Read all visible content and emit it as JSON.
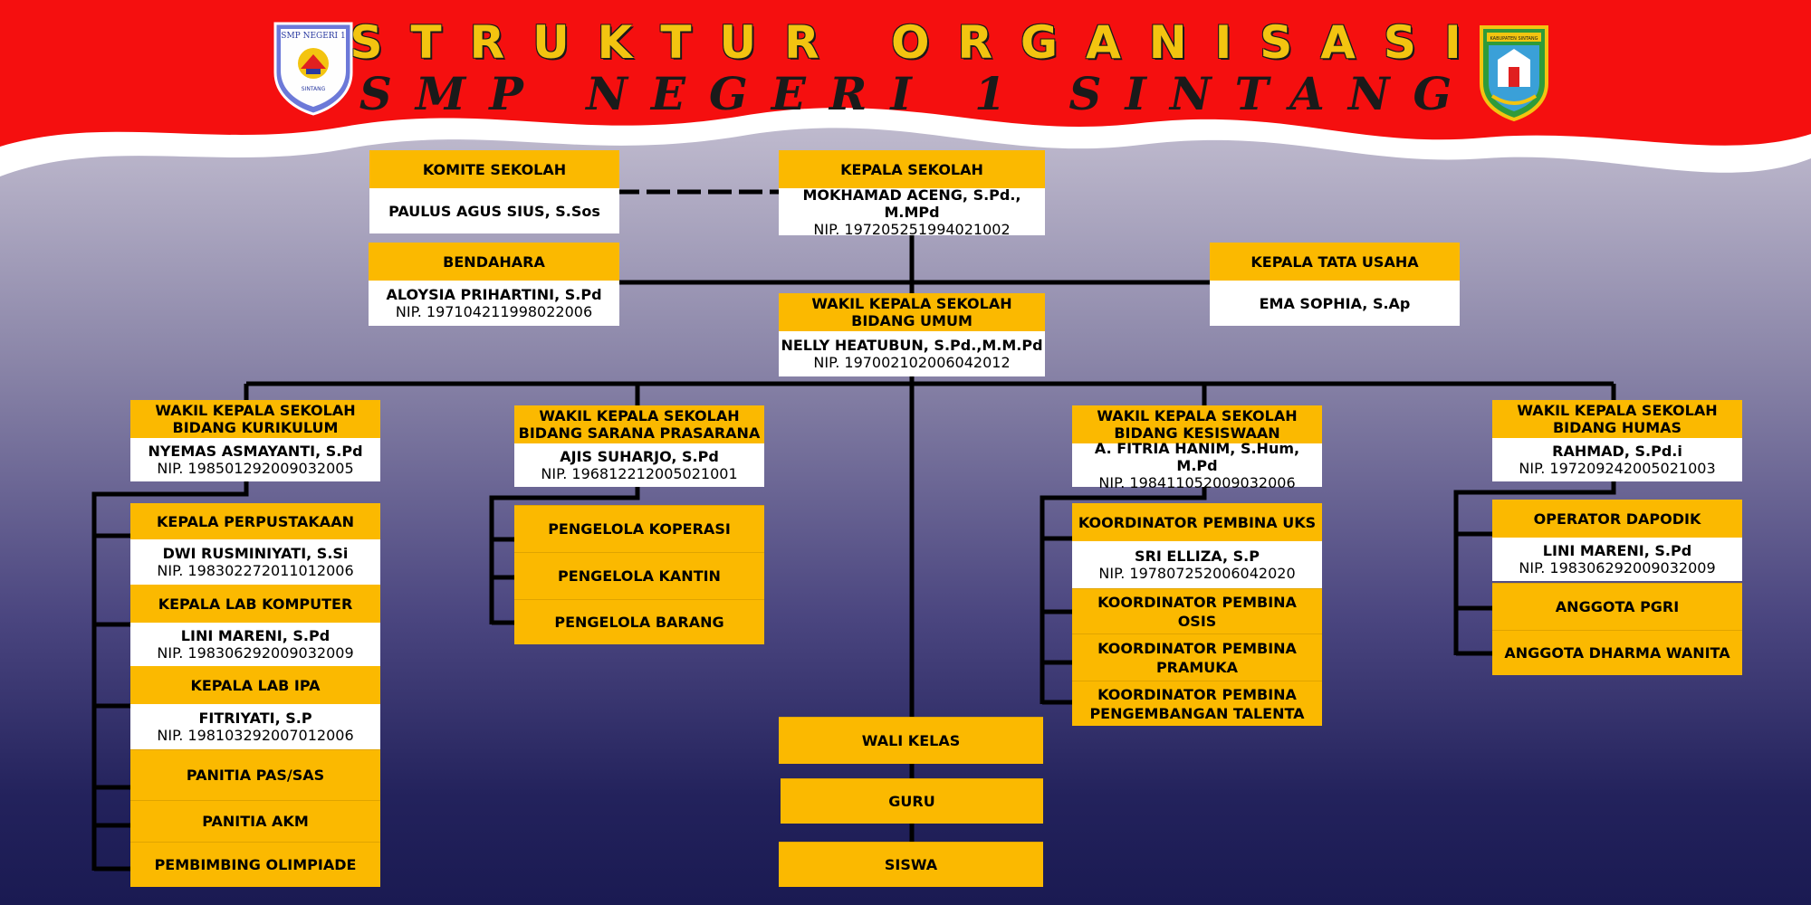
{
  "header": {
    "title_line1": "STRUKTUR ORGANISASI",
    "title_line2": "SMP NEGERI 1 SINTANG",
    "logo_left_text": "SMP NEGERI 1",
    "logo_left_sub": "SINTANG",
    "logo_right_text": "KABUPATEN SINTANG"
  },
  "colors": {
    "banner_red": "#f50f0f",
    "box_gold": "#fbb900",
    "line": "#000000"
  },
  "komite": {
    "title": "KOMITE SEKOLAH",
    "name": "PAULUS AGUS SIUS, S.Sos"
  },
  "kepsek": {
    "title": "KEPALA SEKOLAH",
    "name": "MOKHAMAD ACENG, S.Pd., M.MPd",
    "nip": "NIP. 197205251994021002"
  },
  "bendahara": {
    "title": "BENDAHARA",
    "name": "ALOYSIA PRIHARTINI, S.Pd",
    "nip": "NIP.  197104211998022006"
  },
  "tata_usaha": {
    "title": "KEPALA TATA USAHA",
    "name": "EMA SOPHIA, S.Ap"
  },
  "waka_umum": {
    "title1": "WAKIL KEPALA SEKOLAH",
    "title2": "BIDANG  UMUM",
    "name": "NELLY HEATUBUN, S.Pd.,M.M.Pd",
    "nip": "NIP.  197002102006042012"
  },
  "waka_kurikulum": {
    "title1": "WAKIL KEPALA SEKOLAH",
    "title2": "BIDANG  KURIKULUM",
    "name": "NYEMAS ASMAYANTI, S.Pd",
    "nip": "NIP.  198501292009032005"
  },
  "waka_sarpras": {
    "title1": "WAKIL KEPALA SEKOLAH",
    "title2": "BIDANG  SARANA PRASARANA",
    "name": "AJIS SUHARJO, S.Pd",
    "nip": "NIP.  196812212005021001"
  },
  "waka_kesiswaan": {
    "title1": "WAKIL KEPALA SEKOLAH",
    "title2": "BIDANG  KESISWAAN",
    "name": "A. FITRIA HANIM, S.Hum, M.Pd",
    "nip": "NIP. 198411052009032006"
  },
  "waka_humas": {
    "title1": "WAKIL KEPALA SEKOLAH",
    "title2": "BIDANG  HUMAS",
    "name": "RAHMAD, S.Pd.i",
    "nip": "NIP. 197209242005021003"
  },
  "perpustakaan": {
    "title": "KEPALA PERPUSTAKAAN",
    "name": "DWI RUSMINIYATI, S.Si",
    "nip": "NIP.  198302272011012006"
  },
  "lab_komputer": {
    "title": "KEPALA LAB KOMPUTER",
    "name": "LINI MARENI, S.Pd",
    "nip": "NIP.  198306292009032009"
  },
  "lab_ipa": {
    "title": "KEPALA LAB IPA",
    "name": "FITRIYATI, S.P",
    "nip": "NIP.  198103292007012006"
  },
  "kurikulum_extra": [
    "PANITIA PAS/SAS",
    "PANITIA AKM",
    "PEMBIMBING OLIMPIADE"
  ],
  "sarpras_items": [
    "PENGELOLA KOPERASI",
    "PENGELOLA KANTIN",
    "PENGELOLA BARANG"
  ],
  "uks": {
    "title": "KOORDINATOR PEMBINA UKS",
    "name": "SRI ELLIZA, S.P",
    "nip": "NIP.  197807252006042020"
  },
  "kesiswaan_extra": [
    "KOORDINATOR PEMBINA OSIS",
    "KOORDINATOR PEMBINA PRAMUKA",
    "KOORDINATOR PEMBINA PENGEMBANGAN TALENTA"
  ],
  "dapodik": {
    "title": "OPERATOR DAPODIK",
    "name": "LINI MARENI, S.Pd",
    "nip": "NIP.  198306292009032009"
  },
  "humas_extra": [
    "ANGGOTA PGRI",
    "ANGGOTA DHARMA WANITA"
  ],
  "center_items": [
    "WALI KELAS",
    "GURU",
    "SISWA"
  ]
}
